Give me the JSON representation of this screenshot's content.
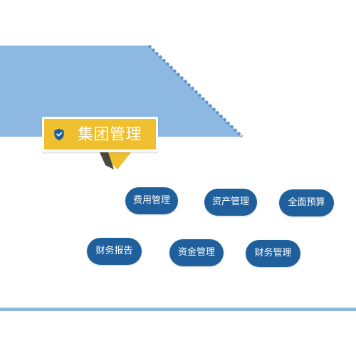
{
  "header": {
    "title": "集团管理",
    "icon": "shield-icon"
  },
  "modules": [
    {
      "label": "费用管理"
    },
    {
      "label": "资产管理"
    },
    {
      "label": "全面预算"
    },
    {
      "label": "财务报告"
    },
    {
      "label": "资金管理"
    },
    {
      "label": "财务管理"
    }
  ],
  "colors": {
    "banner_blue": "#8db8e2",
    "accent_yellow": "#f0bf2f",
    "pill_blue": "#1f5f9b",
    "white": "#ffffff"
  }
}
